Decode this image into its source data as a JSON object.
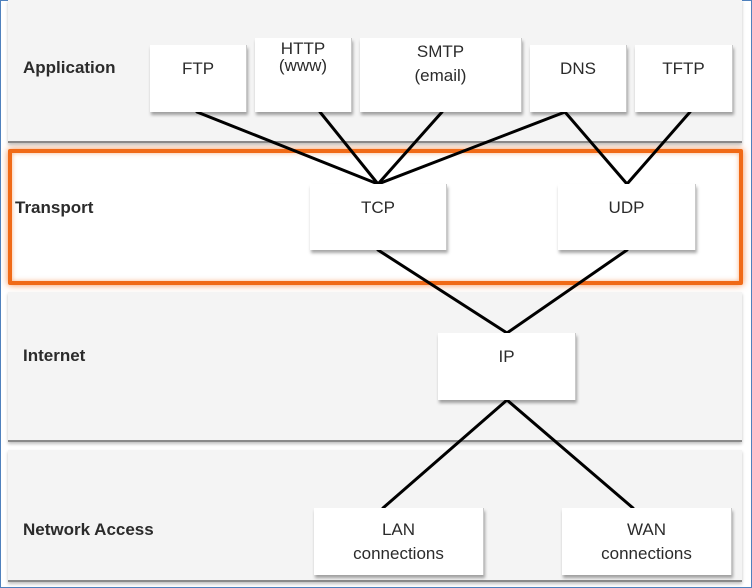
{
  "layers": {
    "application": "Application",
    "transport": "Transport",
    "internet": "Internet",
    "network_access": "Network Access"
  },
  "protocols": {
    "ftp": "FTP",
    "http": [
      "HTTP",
      "(www)"
    ],
    "smtp": [
      "SMTP",
      "(email)"
    ],
    "dns": "DNS",
    "tftp": "TFTP",
    "tcp": "TCP",
    "udp": "UDP",
    "ip": "IP",
    "lan": [
      "LAN",
      "connections"
    ],
    "wan": [
      "WAN",
      "connections"
    ]
  },
  "colors": {
    "highlight": "#f06a17",
    "layer_bg": "#f4f4f4",
    "frame": "#4f81bd",
    "line": "#000000"
  }
}
